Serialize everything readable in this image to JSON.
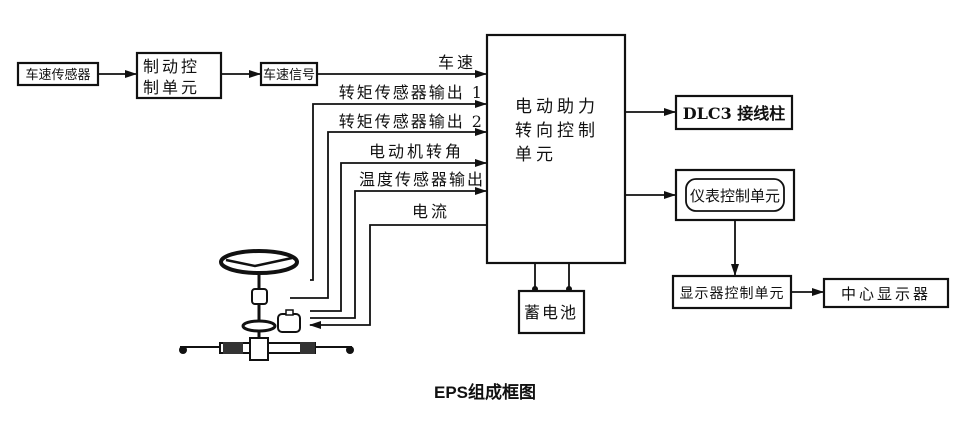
{
  "caption": "EPS组成框图",
  "nodes": {
    "speed_sensor": "车速传感器",
    "brake_ctrl_line1": "制动控",
    "brake_ctrl_line2": "制单元",
    "speed_signal": "车速信号",
    "ecu_line1": "电动助力",
    "ecu_line2": "转向控制",
    "ecu_line3": "单元",
    "dlc3": "DLC3 接线柱",
    "meter_ctrl": "仪表控制单元",
    "display_ctrl": "显示器控制单元",
    "center_display": "中心显示器",
    "battery": "蓄电池"
  },
  "signals": [
    {
      "label": "车速"
    },
    {
      "label": "转矩传感器输出 1"
    },
    {
      "label": "转矩传感器输出 2"
    },
    {
      "label": "电动机转角"
    },
    {
      "label": "温度传感器输出"
    },
    {
      "label": "电流"
    }
  ],
  "colors": {
    "stroke": "#111111",
    "background": "#ffffff"
  }
}
